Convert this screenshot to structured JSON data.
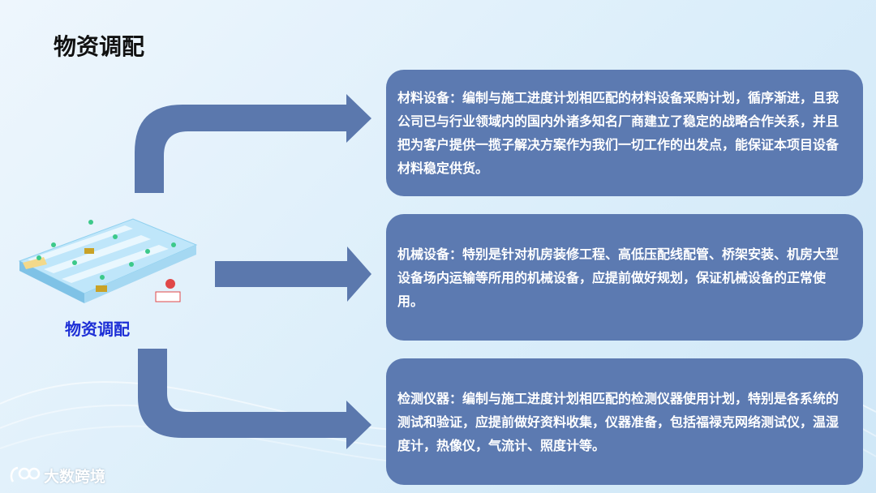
{
  "slide": {
    "title": "物资调配"
  },
  "illustration": {
    "label": "物资调配"
  },
  "cards": [
    {
      "text": "材料设备：编制与施工进度计划相匹配的材料设备采购计划，循序渐进，且我公司已与行业领域内的国内外诸多知名厂商建立了稳定的战略合作关系，并且把为客户提供一揽子解决方案作为我们一切工作的出发点，能保证本项目设备材料稳定供货。"
    },
    {
      "text": "机械设备：特别是针对机房装修工程、高低压配线配管、桥架安装、机房大型设备场内运输等所用的机械设备，应提前做好规划，保证机械设备的正常使用。"
    },
    {
      "text": "检测仪器：编制与施工进度计划相匹配的检测仪器使用计划，特别是各系统的测试和验证，应提前做好资料收集，仪器准备，包括福禄克网络测试仪，温湿度计，热像仪，气流计、照度计等。"
    }
  ],
  "watermark": {
    "text": "大数跨境"
  },
  "colors": {
    "card": "#5c7ab1",
    "arrow": "#5b78ad",
    "label": "#1d2fd6",
    "background": "#e6f2fb"
  }
}
